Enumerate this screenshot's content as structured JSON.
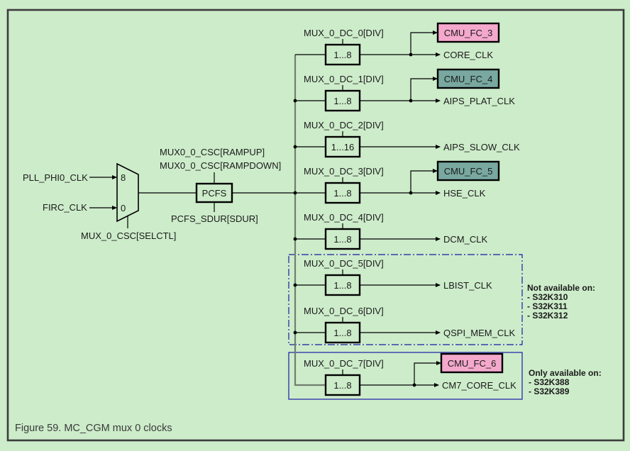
{
  "figure": {
    "caption": "Figure 59.  MC_CGM mux 0 clocks"
  },
  "colors": {
    "background": "#cdecca",
    "pink_block": "#f4a9cc",
    "teal_block": "#78a8a0",
    "group_border": "#1a1aa8"
  },
  "inputs": [
    {
      "label": "PLL_PHI0_CLK",
      "mux_port": "8"
    },
    {
      "label": "FIRC_CLK",
      "mux_port": "0"
    }
  ],
  "mux": {
    "select_label": "MUX_0_CSC[SELCTL]"
  },
  "pcfs": {
    "label": "PCFS",
    "ctrl_top": [
      "MUX0_0_CSC[RAMPUP]",
      "MUX0_0_CSC[RAMPDOWN]"
    ],
    "ctrl_bottom": "PCFS_SDUR[SDUR]"
  },
  "dividers": [
    {
      "reg": "MUX_0_DC_0[DIV]",
      "range": "1...8",
      "output": "CORE_CLK",
      "monitor": "CMU_FC_3",
      "monitor_color": "pink"
    },
    {
      "reg": "MUX_0_DC_1[DIV]",
      "range": "1...8",
      "output": "AIPS_PLAT_CLK",
      "monitor": "CMU_FC_4",
      "monitor_color": "teal"
    },
    {
      "reg": "MUX_0_DC_2[DIV]",
      "range": "1...16",
      "output": "AIPS_SLOW_CLK",
      "monitor": null
    },
    {
      "reg": "MUX_0_DC_3[DIV]",
      "range": "1...8",
      "output": "HSE_CLK",
      "monitor": "CMU_FC_5",
      "monitor_color": "teal"
    },
    {
      "reg": "MUX_0_DC_4[DIV]",
      "range": "1...8",
      "output": "DCM_CLK",
      "monitor": null
    },
    {
      "reg": "MUX_0_DC_5[DIV]",
      "range": "1...8",
      "output": "LBIST_CLK",
      "monitor": null
    },
    {
      "reg": "MUX_0_DC_6[DIV]",
      "range": "1...8",
      "output": "QSPI_MEM_CLK",
      "monitor": null
    },
    {
      "reg": "MUX_0_DC_7[DIV]",
      "range": "1...8",
      "output": "CM7_CORE_CLK",
      "monitor": "CMU_FC_6",
      "monitor_color": "pink"
    }
  ],
  "notes": {
    "not_available": {
      "title": "Not available on:",
      "items": [
        "- S32K310",
        "- S32K311",
        "- S32K312"
      ]
    },
    "only_available": {
      "title": "Only  available on:",
      "items": [
        "- S32K388",
        "- S32K389"
      ]
    }
  }
}
